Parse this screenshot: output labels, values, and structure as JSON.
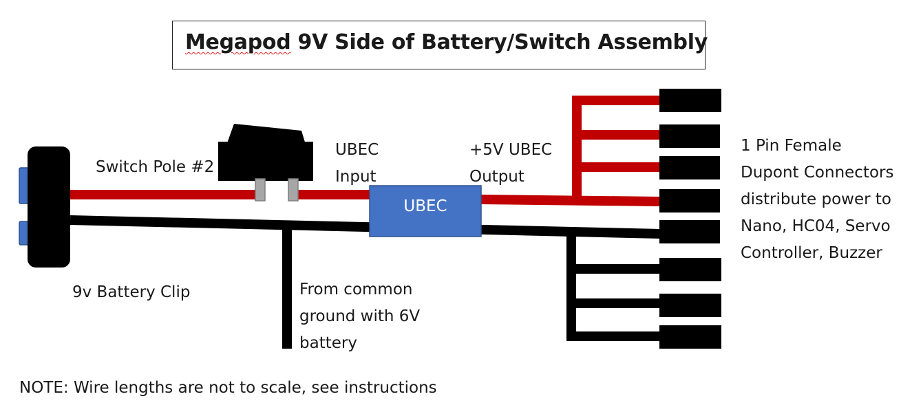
{
  "title": {
    "word_1": "Megapod",
    "rest": " 9V Side of Battery/Switch Assembly"
  },
  "labels": {
    "switch": "Switch Pole #2",
    "ubec_input_line1": "UBEC",
    "ubec_input_line2": "Input",
    "ubec_output_line1": "+5V UBEC",
    "ubec_output_line2": "Output",
    "ubec_box": "UBEC",
    "battery_clip": "9v Battery Clip",
    "ground_line1": "From common",
    "ground_line2": "ground with 6V",
    "ground_line3": "battery",
    "connectors_line1": "1 Pin Female",
    "connectors_line2": "Dupont Connectors",
    "connectors_line3": "distribute power to",
    "connectors_line4": "Nano, HC04, Servo",
    "connectors_line5": "Controller, Buzzer"
  },
  "note": "NOTE: Wire lengths are not to scale, see instructions",
  "colors": {
    "positive_wire": "#c00000",
    "ground_wire": "#000000",
    "ubec_fill": "#4472c4",
    "battery_terminal": "#4472c4",
    "switch_pin": "#a6a6a6"
  }
}
